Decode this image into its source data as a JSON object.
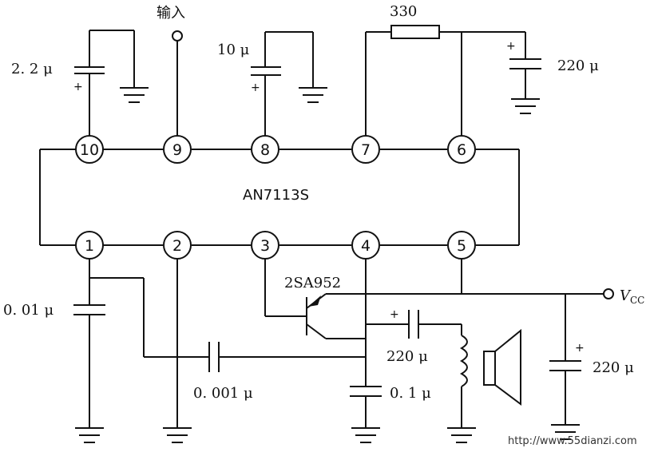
{
  "ic": {
    "name": "AN7113S",
    "pins_top": [
      "10",
      "9",
      "8",
      "7",
      "6"
    ],
    "pins_bottom": [
      "1",
      "2",
      "3",
      "4",
      "5"
    ]
  },
  "components": {
    "c_pin10": "2. 2 μ",
    "input_label": "输入",
    "c_pin8": "10 μ",
    "r_feedback": "330",
    "c_pin6": "220 μ",
    "transistor": "2SA952",
    "c_pin1": "0. 01 μ",
    "c_coupling": "0. 001 μ",
    "c_output": "220 μ",
    "c_pin4": "0. 1 μ",
    "c_supply": "220 μ",
    "vcc_main": "V",
    "vcc_sub": "CC",
    "plus_sign": "+"
  },
  "watermark": "http://www.55dianzi.com"
}
